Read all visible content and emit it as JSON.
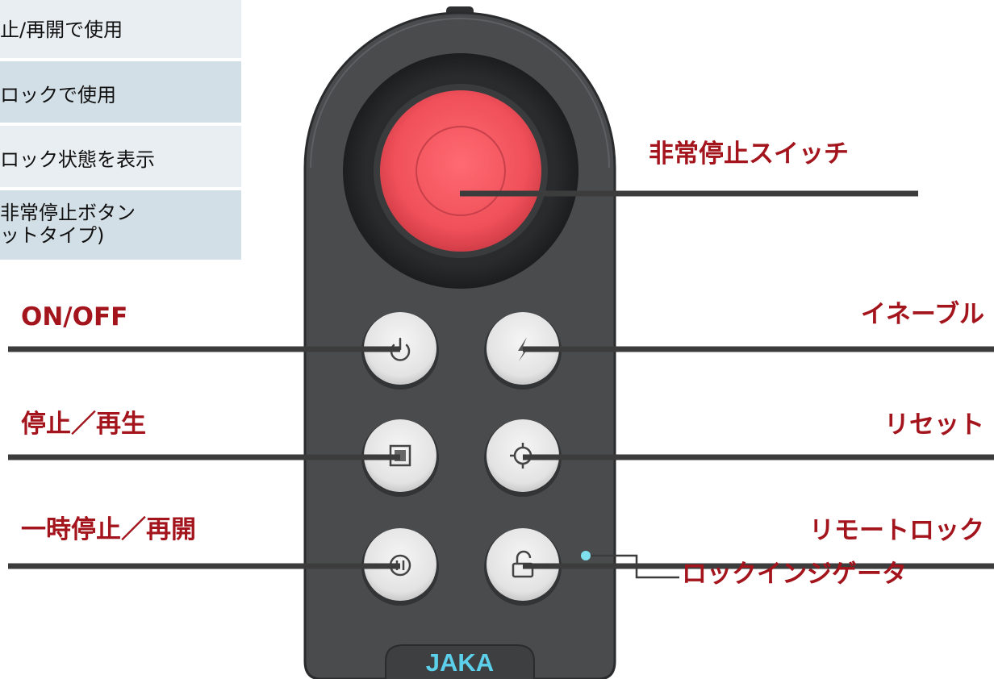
{
  "table": {
    "rows": [
      {
        "text": "止/再開で使用"
      },
      {
        "text": "ロックで使用"
      },
      {
        "text": "ロック状態を表示"
      },
      {
        "line1": "非常停止ボタン",
        "line2": "ットタイプ)"
      }
    ]
  },
  "labels": {
    "estop": "非常停止スイッチ",
    "onoff": "ON/OFF",
    "stop_play": "停止／再生",
    "pause_resume": "一時停止／再開",
    "enable": "イネーブル",
    "reset": "リセット",
    "remote_lock": "リモートロック",
    "lock_indicator": "ロックインジゲータ"
  },
  "device": {
    "brand": "JAKA",
    "body_color": "#4a4b4d",
    "estop_color": "#f0505a",
    "button_color": "#e6e6e6",
    "indicator_color": "#7fe0f0",
    "brand_color": "#5cd0ea",
    "icons": [
      "power-icon",
      "lightning-icon",
      "stop-square-icon",
      "crosshair-icon",
      "pause-icon",
      "unlock-icon"
    ]
  },
  "colors": {
    "label": "#a3141c",
    "leader": "#3c3c3c"
  }
}
